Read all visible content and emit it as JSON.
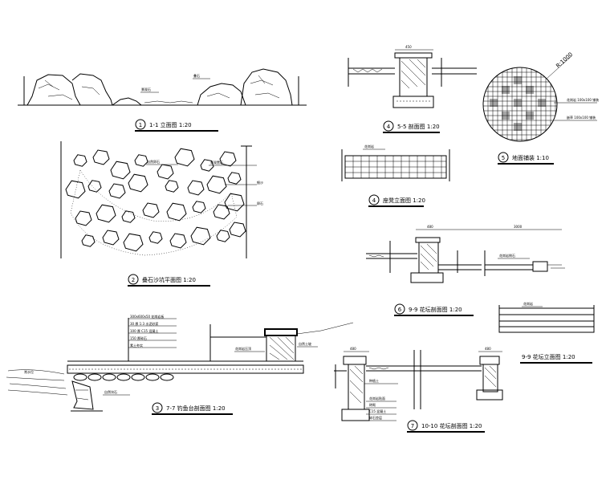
{
  "titles": {
    "t1": {
      "num": "1",
      "text": "1-1 立面图  1:20"
    },
    "t2": {
      "num": "2",
      "text": "叠石沙坑平面图  1:20"
    },
    "t3": {
      "num": "3",
      "text": "7-7 钓鱼台剖面图  1:20"
    },
    "t4": {
      "num": "4",
      "text": "5-5 剖面图  1:20"
    },
    "t5": {
      "num": "4",
      "text": "座凳立面图  1:20"
    },
    "t6": {
      "num": "5",
      "text": "地面铺装  1:10"
    },
    "t7": {
      "num": "6",
      "text": "9-9 花坛剖面图  1:20"
    },
    "t8": {
      "num": "",
      "text": "9-9 花坛立面图  1:20"
    },
    "t9": {
      "num": "7",
      "text": "10-10 花坛剖面图  1:20"
    }
  },
  "dims": {
    "radius": "R:1000",
    "w1": "450",
    "w2": "480",
    "w3": "3000",
    "w4": "480",
    "w5": "480"
  }
}
